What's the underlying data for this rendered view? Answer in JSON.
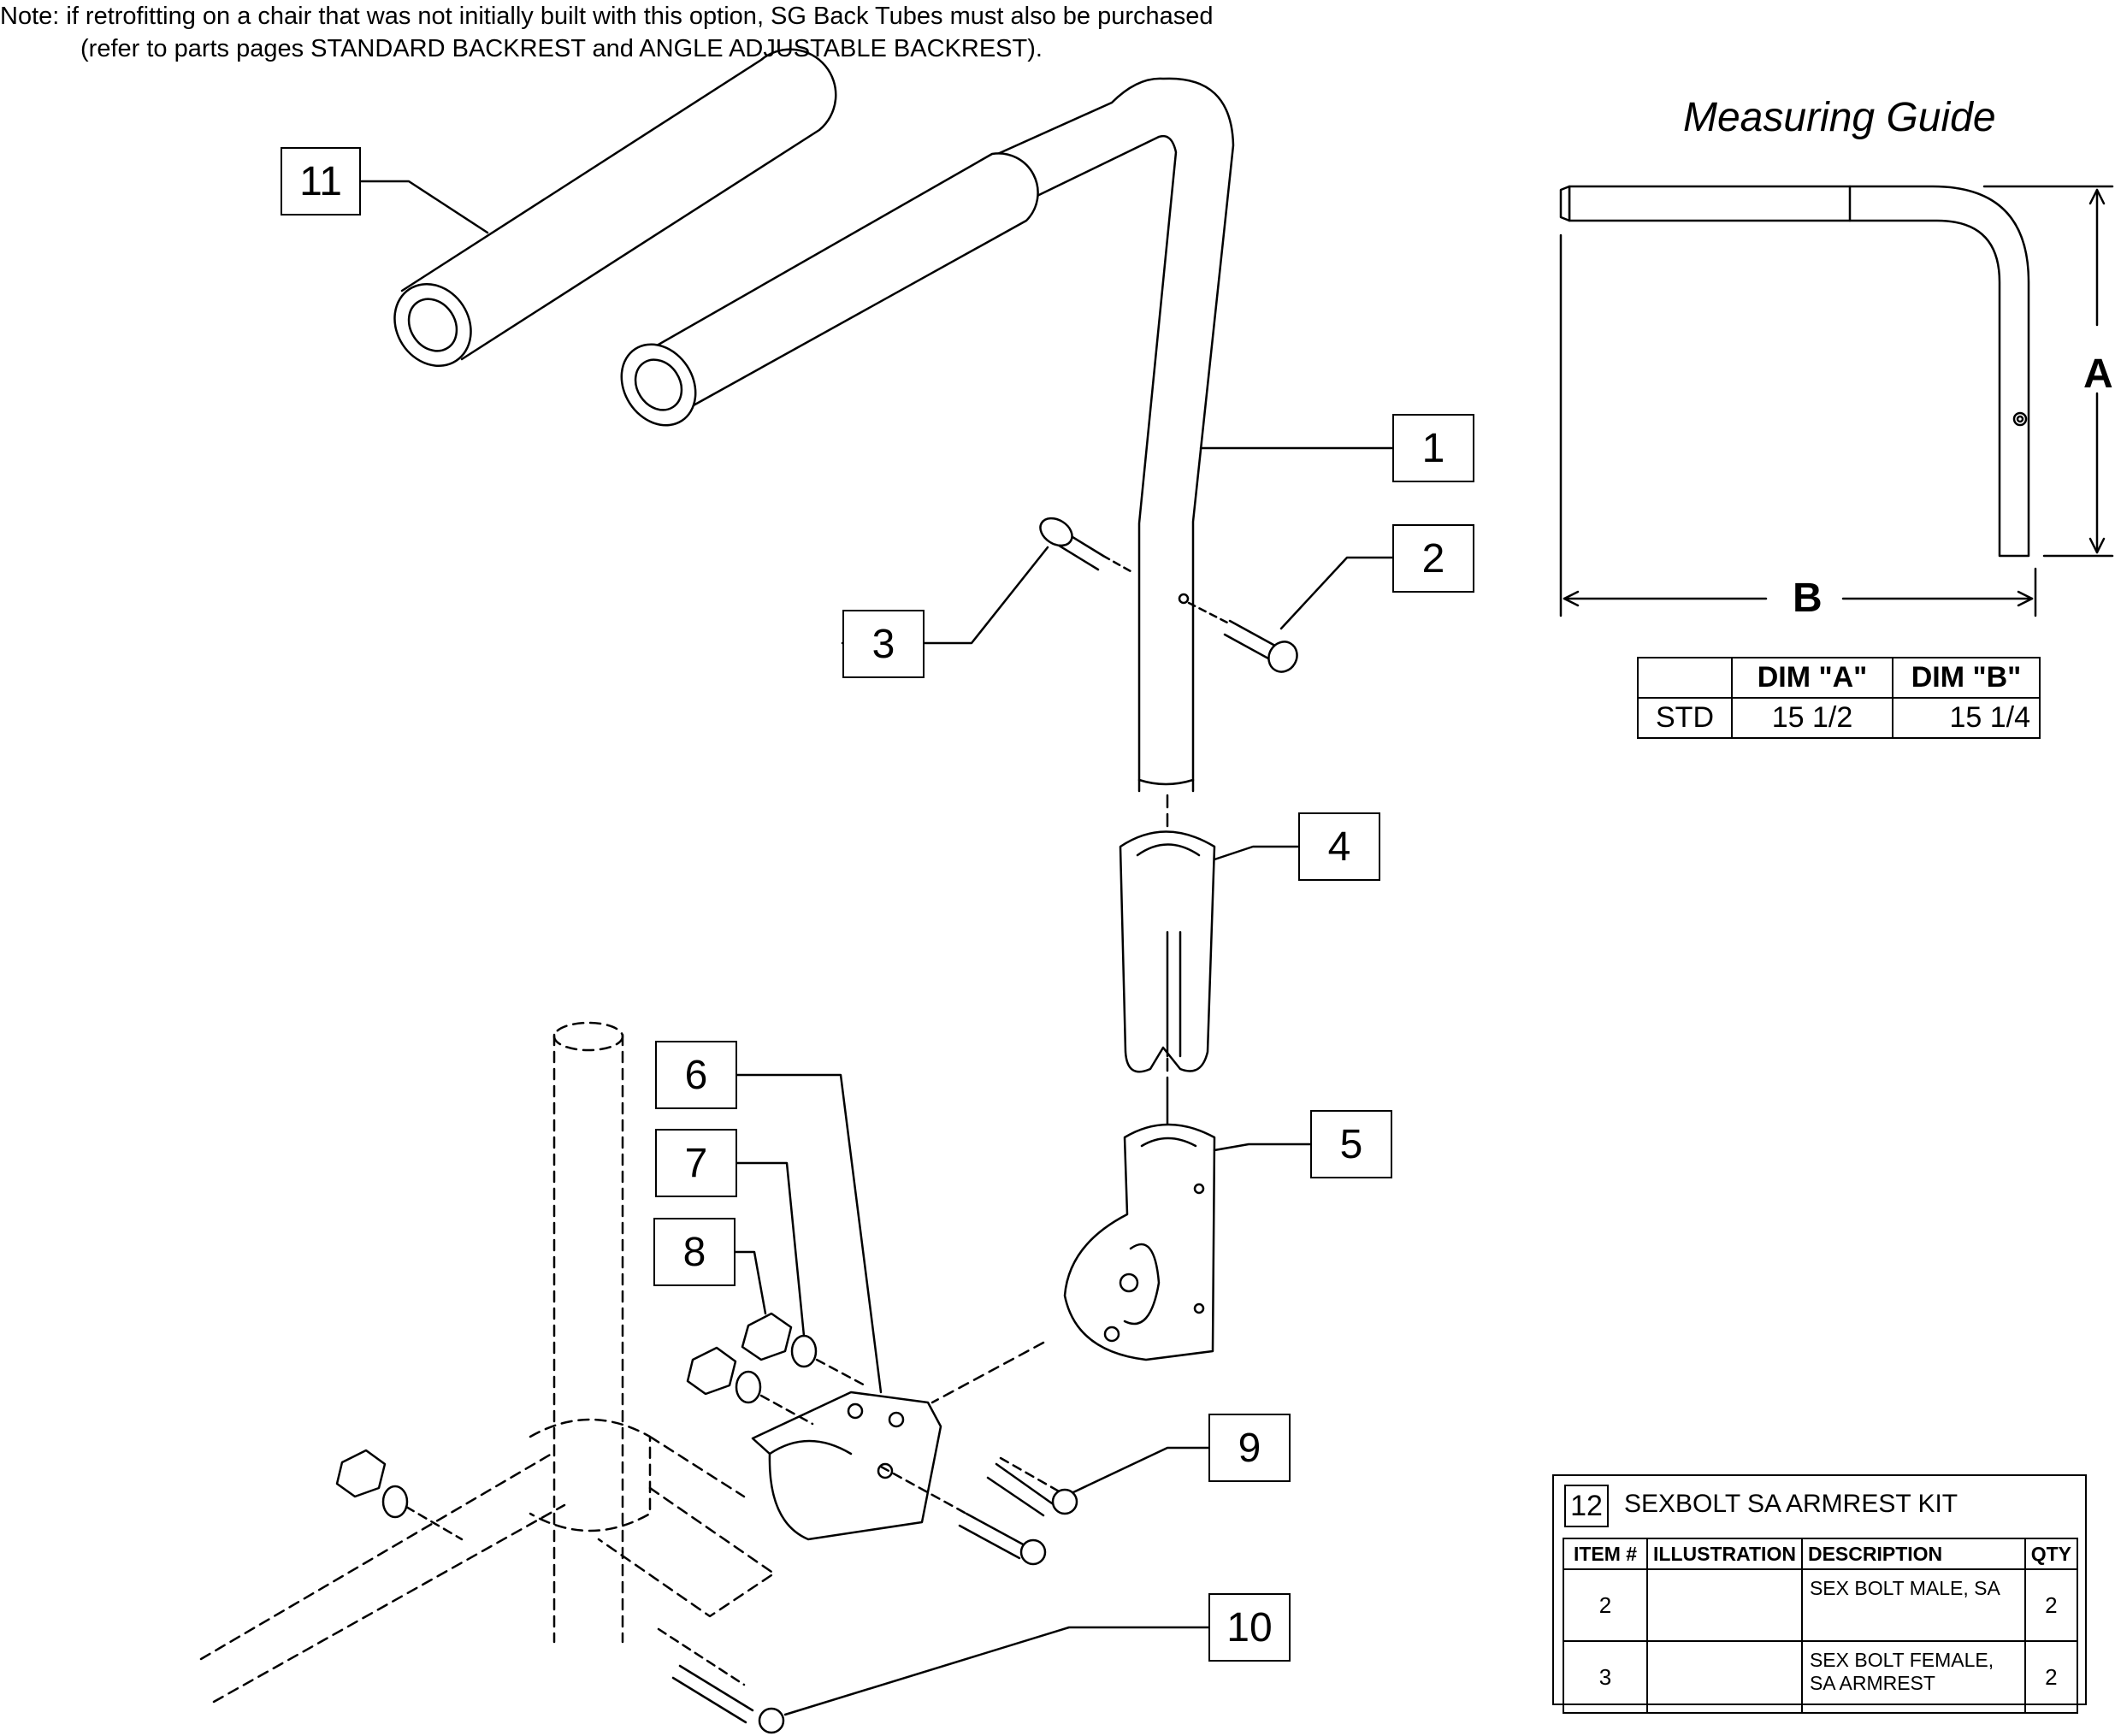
{
  "note": {
    "line1": "Note: if retrofitting on a chair that was not initially built with this option, SG Back Tubes must also be purchased",
    "line2": "(refer to parts pages STANDARD BACKREST and ANGLE ADJUSTABLE BACKREST)."
  },
  "callouts": [
    "11",
    "1",
    "2",
    "3",
    "4",
    "5",
    "6",
    "7",
    "8",
    "9",
    "10"
  ],
  "measuring_guide": {
    "title": "Measuring Guide",
    "dim_a_label": "A",
    "dim_b_label": "B",
    "table": {
      "headers": [
        "",
        "DIM \"A\"",
        "DIM \"B\""
      ],
      "rows": [
        [
          "STD",
          "15 1/2",
          "15 1/4"
        ]
      ]
    }
  },
  "kit": {
    "number": "12",
    "title": "SEXBOLT SA ARMREST KIT",
    "headers": [
      "ITEM #",
      "ILLUSTRATION",
      "DESCRIPTION",
      "QTY"
    ],
    "rows": [
      {
        "item": "2",
        "illustration": "sex-bolt-male-icon",
        "description": "SEX BOLT MALE, SA",
        "qty": "2"
      },
      {
        "item": "3",
        "illustration": "sex-bolt-female-icon",
        "description": "SEX BOLT FEMALE, SA ARMREST",
        "qty": "2"
      }
    ]
  }
}
